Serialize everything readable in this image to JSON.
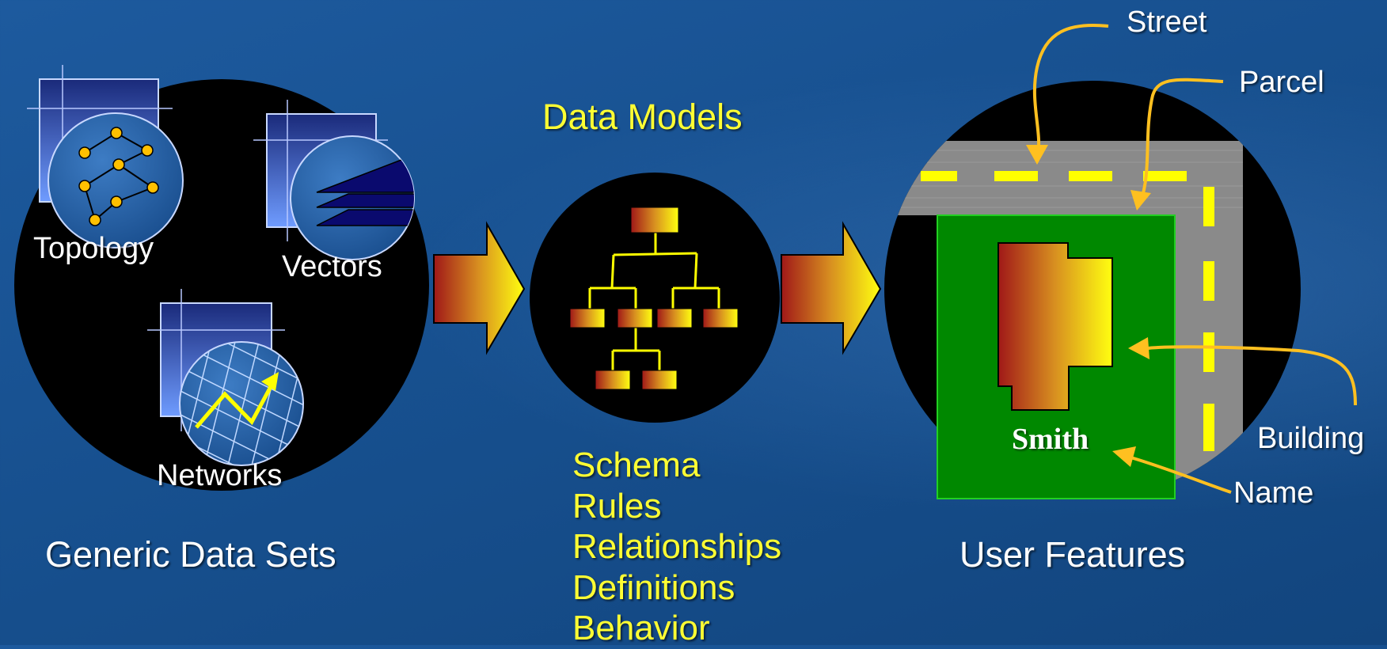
{
  "left_panel": {
    "topology_label": "Topology",
    "vectors_label": "Vectors",
    "networks_label": "Networks",
    "caption": "Generic Data Sets"
  },
  "middle_panel": {
    "title": "Data Models",
    "items": [
      "Schema",
      "Rules",
      "Relationships",
      "Definitions",
      "Behavior"
    ]
  },
  "right_panel": {
    "street_label": "Street",
    "parcel_label": "Parcel",
    "building_label": "Building",
    "name_label": "Name",
    "owner_name": "Smith",
    "caption": "User Features"
  },
  "colors": {
    "background": "#17508f",
    "text_white": "#ffffff",
    "text_yellow": "#ffff33",
    "arrow_orange": "#f5b800",
    "parcel_green": "#008800",
    "street_gray": "#8a8a8a"
  },
  "icons": [
    "topology-icon",
    "vectors-icon",
    "networks-icon",
    "hierarchy-chart-icon",
    "flow-arrow-icon"
  ]
}
